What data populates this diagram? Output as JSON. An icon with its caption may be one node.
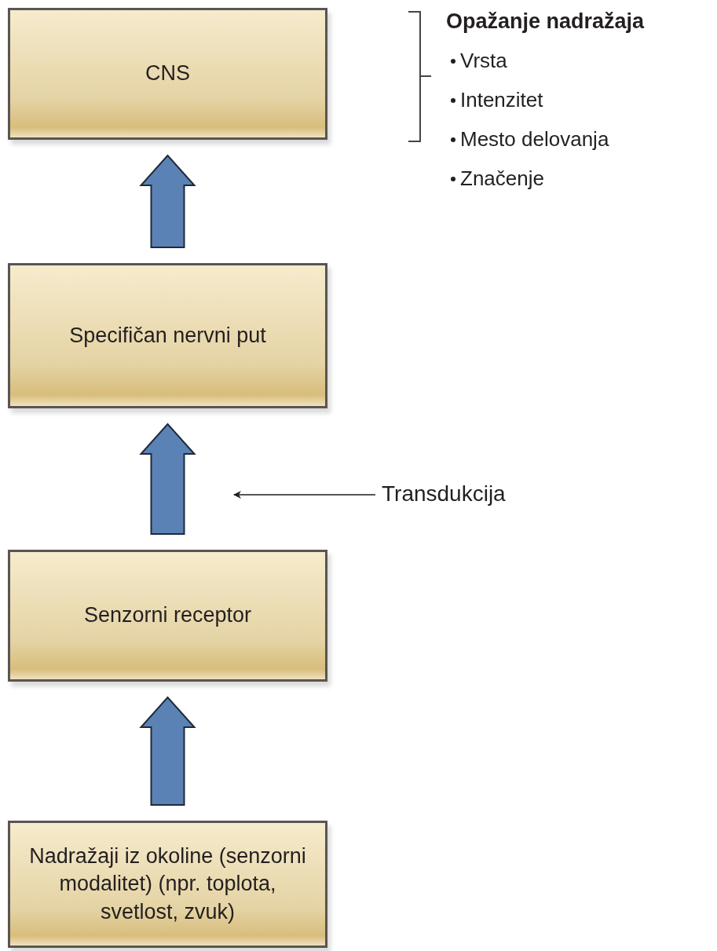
{
  "diagram": {
    "nodes": [
      {
        "text": [
          "CNS"
        ]
      },
      {
        "text": [
          "Specifičan nervni put"
        ]
      },
      {
        "text": [
          "Senzorni receptor"
        ]
      },
      {
        "text": [
          "Nadražaji iz okoline (senzorni modalitet) (npr. toplota, svetlost, zvuk)"
        ]
      },
      {
        "text": [
          "Transdukcija"
        ]
      }
    ],
    "edges": [
      {
        "from": 3,
        "to": 2,
        "arrow": "to"
      },
      {
        "from": 2,
        "to": 1,
        "arrow": "to"
      },
      {
        "from": 1,
        "to": 0,
        "arrow": "to"
      },
      {
        "from": 4,
        "to": null,
        "arrow": "to"
      }
    ],
    "labels": [
      "Opažanje nadražaja",
      "Vrsta",
      "Intenzitet",
      "Mesto delovanja",
      "Značenje"
    ]
  }
}
